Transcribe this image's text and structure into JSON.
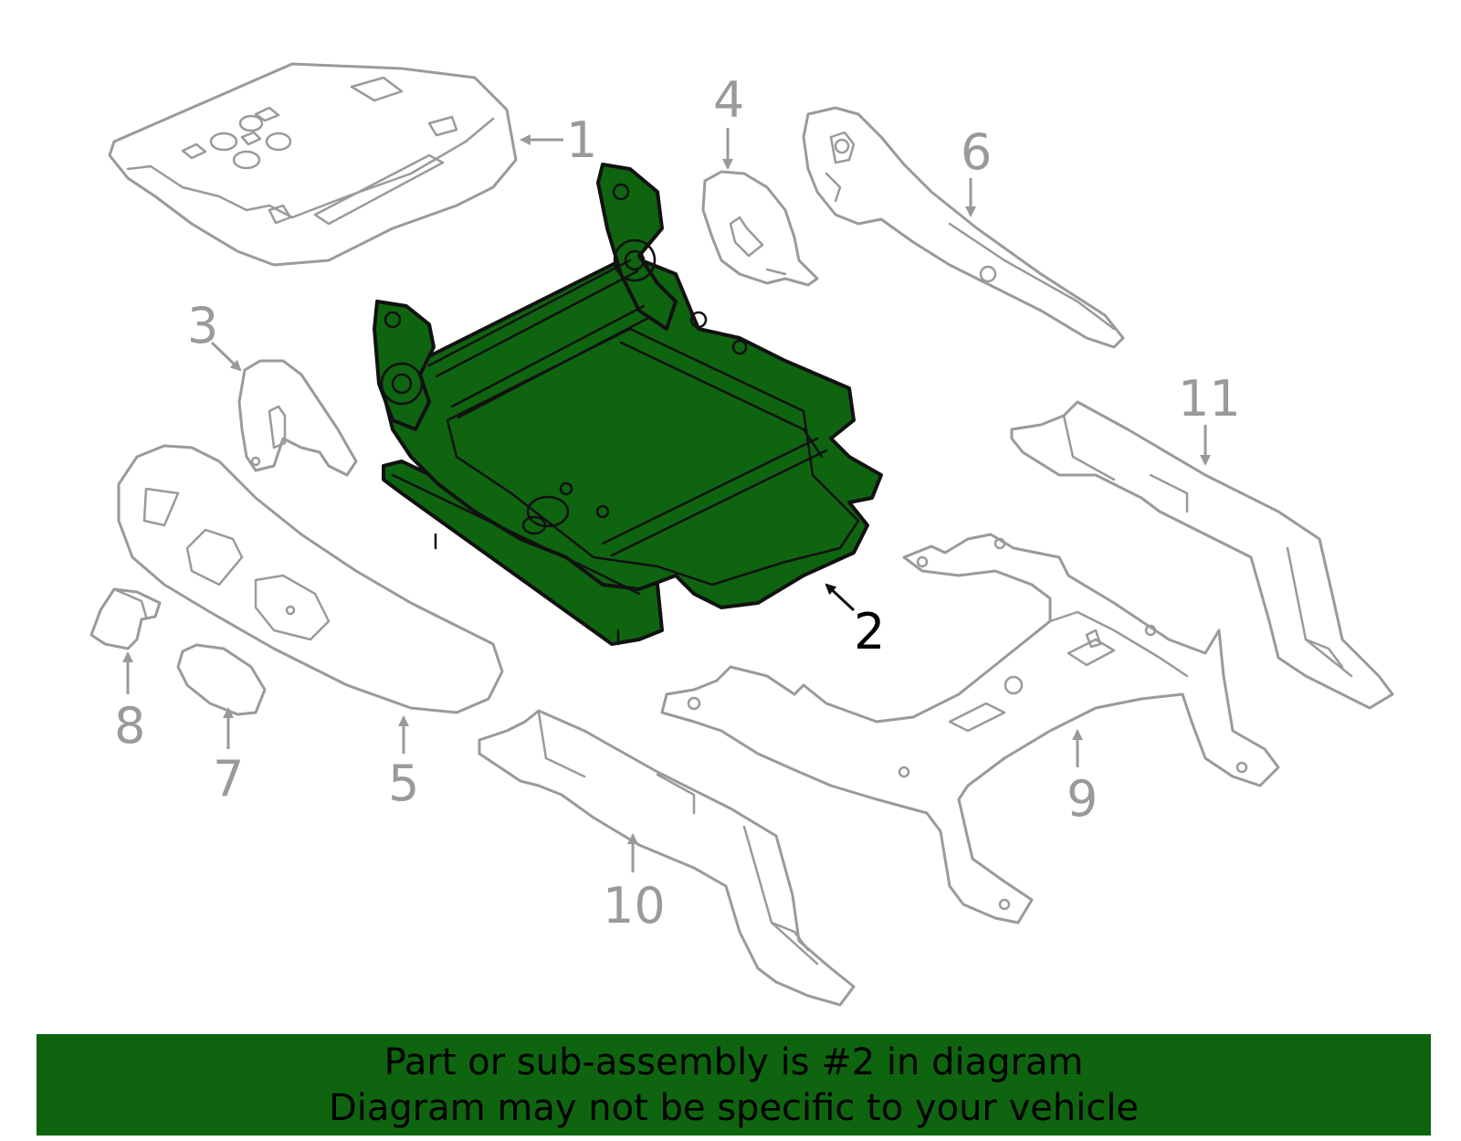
{
  "colors": {
    "highlight_fill": "#0f6410",
    "outline_gray": "#9a9a9a",
    "banner_bg": "#0f6410",
    "text_black": "#000000"
  },
  "callouts": {
    "c1": "1",
    "c2": "2",
    "c3": "3",
    "c4": "4",
    "c5": "5",
    "c6": "6",
    "c7": "7",
    "c8": "8",
    "c9": "9",
    "c10": "10",
    "c11": "11"
  },
  "highlighted_part": "2",
  "banner": {
    "line1": "Part or sub-assembly is #2 in diagram",
    "line2": "Diagram may not be specific to your vehicle"
  }
}
